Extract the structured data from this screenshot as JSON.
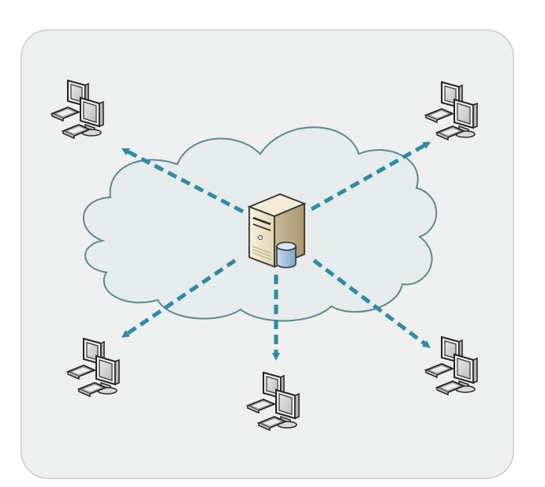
{
  "diagram": {
    "type": "network-topology",
    "center": {
      "node": "server",
      "icon": "server-with-database-icon",
      "inside": "cloud"
    },
    "clients": [
      {
        "id": "top-left",
        "icon": "workstation-icon"
      },
      {
        "id": "top-right",
        "icon": "workstation-icon"
      },
      {
        "id": "bottom-left",
        "icon": "workstation-icon"
      },
      {
        "id": "bottom-center",
        "icon": "workstation-icon"
      },
      {
        "id": "bottom-right",
        "icon": "workstation-icon"
      }
    ],
    "connections": [
      {
        "from": "server",
        "to": "top-left",
        "style": "dashed-arrow"
      },
      {
        "from": "server",
        "to": "top-right",
        "style": "dashed-arrow"
      },
      {
        "from": "server",
        "to": "bottom-left",
        "style": "dashed-arrow"
      },
      {
        "from": "server",
        "to": "bottom-center",
        "style": "dashed-arrow"
      },
      {
        "from": "server",
        "to": "bottom-right",
        "style": "dashed-arrow"
      }
    ],
    "colors": {
      "panel_fill": "#eef0f0",
      "panel_stroke": "#c8cccc",
      "cloud_fill": "#e6ebeb",
      "cloud_stroke": "#5a8a8c",
      "arrow": "#2e8ba3",
      "server_body": "#efe6cf",
      "database": "#a9c7e0"
    }
  }
}
